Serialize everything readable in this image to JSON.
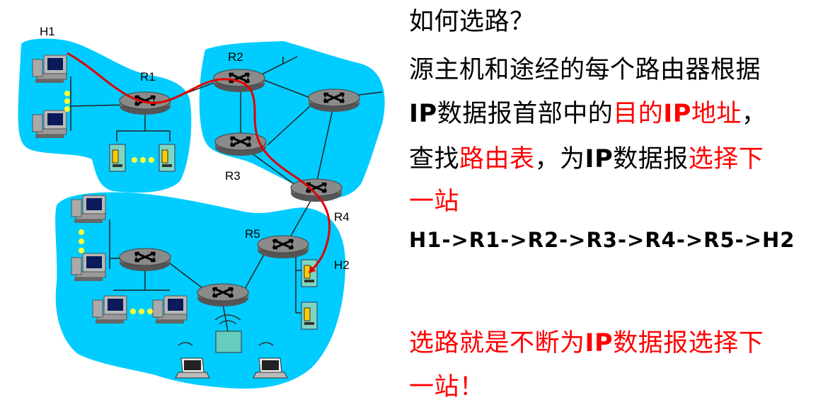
{
  "diagram": {
    "labels": {
      "h1": "H1",
      "r1": "R1",
      "r2": "R2",
      "r3": "R3",
      "r4": "R4",
      "r5": "R5",
      "h2": "H2"
    }
  },
  "text": {
    "title": "如何选路？",
    "p1": {
      "l1": "源主机和途经的每个路由器根据",
      "l2a": "IP",
      "l2b": "数据报首部中的",
      "l2c": "目的",
      "l2d": "IP",
      "l2e": "地址",
      "l2f": "，",
      "l3a": "查找",
      "l3b": "路由表",
      "l3c": "，为",
      "l3d": "IP",
      "l3e": "数据报",
      "l3f": "选择下",
      "l4": "一站"
    },
    "route": "H1->R1->R2->R3->R4->R5->H2",
    "p2": {
      "l1a": "选路就是不断为",
      "l1b": "IP",
      "l1c": "数据报选择下",
      "l2": "一站！"
    }
  },
  "colors": {
    "network": "#00ccff",
    "router": "#7f7f7f",
    "path": "#e00000",
    "highlight": "#ff0000"
  }
}
